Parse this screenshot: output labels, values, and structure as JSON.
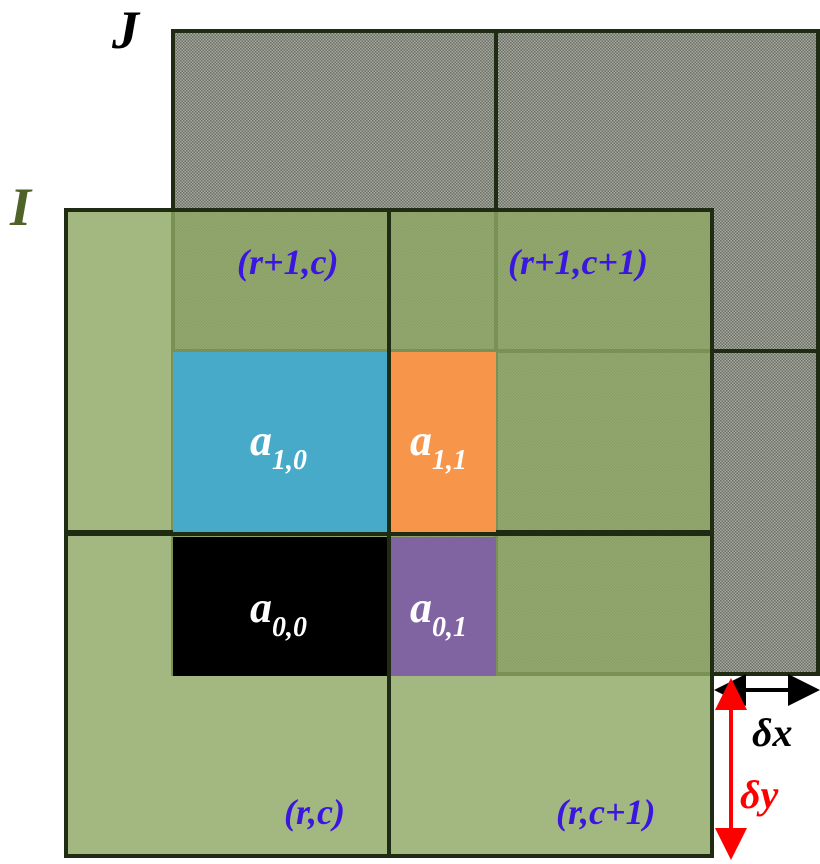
{
  "grid_labels": {
    "J": "J",
    "I": "I"
  },
  "cell_labels": {
    "r1_c": "(r+1,c)",
    "r1_c1": "(r+1,c+1)",
    "r_c": "(r,c)",
    "r_c1": "(r,c+1)"
  },
  "area_labels": {
    "a10": {
      "base": "a",
      "sub": "1,0"
    },
    "a11": {
      "base": "a",
      "sub": "1,1"
    },
    "a00": {
      "base": "a",
      "sub": "0,0"
    },
    "a01": {
      "base": "a",
      "sub": "0,1"
    }
  },
  "offsets": {
    "dx": "δx",
    "dy": "δy"
  },
  "colors": {
    "grid_J_fill": "#8f9488",
    "grid_I_fill": "#8fa864",
    "grid_border": "#1f2b12",
    "a10": "#46aac8",
    "a11": "#f7964a",
    "a00": "#000000",
    "a01": "#8064a2",
    "label_blue": "#3a16e0",
    "label_white": "#ffffff",
    "label_J": "#000000",
    "label_I": "#4f6228",
    "dx_arrow": "#000000",
    "dy_arrow": "#ff0000"
  }
}
